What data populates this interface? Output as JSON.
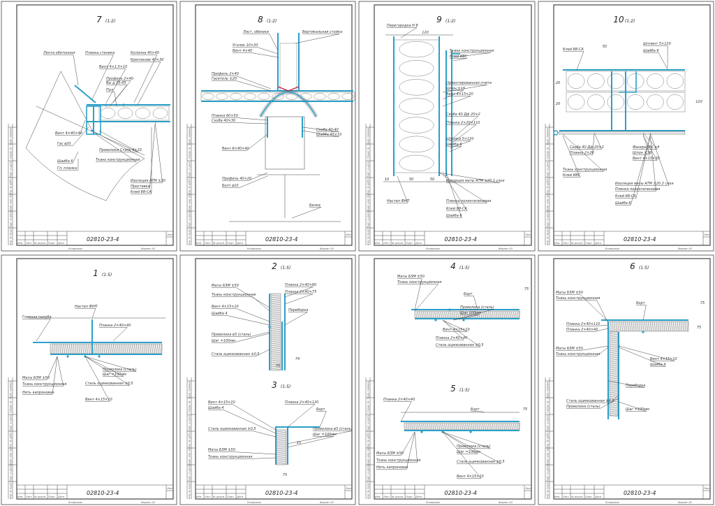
{
  "code": "02810-23-4",
  "titleblock": {
    "sheet": "Лист",
    "number": "№ докум.",
    "signature": "Подп.",
    "date": "Дата",
    "changed": "Изм.",
    "control": "Копировал",
    "format": "Формат А3"
  },
  "sidebar": [
    "Перв. примен.",
    "Справ. №",
    "Подп. и дата",
    "Инв. № дубл.",
    "Взам. инв. №",
    "Подп. и дата",
    "Инв. № подл."
  ],
  "sheets": [
    {
      "id": "7",
      "scale": "(1:2)",
      "labels": [
        "Лента обетонная",
        "Планка стеника",
        "Винт 4×1,5×10",
        "Профиль 2×40",
        "Вы д 25-45",
        "Колонна 40×40",
        "Крепление 40×30",
        "Пол",
        "Винт 4×40×40",
        "Гас ø20",
        "Проволока Сталь 4×10",
        "Ткань конструкционная",
        "Шайба 6",
        "Гл. планка",
        "Изоляция АТМ ±20",
        "Проставка",
        "Клей 88-СА"
      ]
    },
    {
      "id": "8",
      "scale": "(1:2)",
      "labels": [
        "Лист, обвязки",
        "Вертикальная стойка",
        "Уголок 10×30",
        "Винт 4×40",
        "Профиль 2×40",
        "Гаситель ±20",
        "Планка 60×50",
        "Скоба 40×30",
        "Винт 6×40×40",
        "Профиль 40×20",
        "Болт ø10",
        "Скоба 40-40",
        "Шайба 45×10",
        "Балка"
      ]
    },
    {
      "id": "9",
      "scale": "(1:2)",
      "labels": [
        "Перегородка Н 8",
        "Ткань конструкционная",
        "Клей ИВС",
        "Ориентированная плита",
        "Шпон ±15",
        "Винт 4×15×20",
        "Скоба 40 Дф 20×2",
        "Планка 2×20×110",
        "Шпонка 5×120",
        "Шайба 6",
        "Изоляция маты АТМ ±20 2 слоя",
        "Пленка полиэтиленовая",
        "Клей 88-СА",
        "Шайба 6",
        "Настил ФНП"
      ],
      "dims": [
        "120",
        "10",
        "50",
        "50"
      ]
    },
    {
      "id": "10",
      "scale": "(1:2)",
      "labels": [
        "Шплинт 5×120",
        "Шайба 6",
        "Клей 88-СА",
        "Скоба 40 Дф 20×2",
        "Планка 2×20",
        "Ткань конструкционная",
        "Клей ИВС",
        "Фанера ФК ±4",
        "Шпон ±16",
        "Винт 4×15×20",
        "Изоляция маты АТМ ±20 2 слоя",
        "Пленка полиэтиленовая",
        "Клей 88-СА",
        "Шайба 6"
      ],
      "dims": [
        "20",
        "20",
        "50",
        "120"
      ]
    },
    {
      "id": "1",
      "scale": "(1:5)",
      "labels": [
        "Настил ФНП",
        "Главная палуба",
        "Планка 2×40×40",
        "Маты БЗМ ±50",
        "Ткань конструкционная",
        "Нить капроновая",
        "Проволока (сталь)",
        "Шаг =100мм",
        "Сталь оцинкованная ±0,5",
        "Винт 4×15×10"
      ]
    },
    {
      "id": "2",
      "scale": "(1:5)",
      "labels": [
        "Маты БЗМ ±50",
        "Ткань конструкционная",
        "Винт 4×15×10",
        "Шайба 4",
        "Планка 2×40×80",
        "Планка 2×40×75",
        "Переборка",
        "Проволока ø3 (сталь)",
        "Шаг =100мм",
        "Сталь оцинкованная ±0,5"
      ],
      "dims": [
        "75",
        "74"
      ]
    },
    {
      "id": "3",
      "scale": "(1:5)",
      "labels": [
        "Винт 4×15×10",
        "Шайба 4",
        "Планка 2×40×120",
        "Борт",
        "Сталь оцинкованная ±0,5",
        "Проволока ø3 (сталь)",
        "Шаг =100мм",
        "Маты БЗМ ±50",
        "Ткань конструкционная"
      ],
      "dims": [
        "75",
        "15"
      ]
    },
    {
      "id": "4",
      "scale": "(1:5)",
      "labels": [
        "Маты БЗМ ±50",
        "Ткань конструкционная",
        "Борт",
        "Проволока (сталь)",
        "Шаг 100мм",
        "Винт 4×15×10",
        "Планка 2×40×40",
        "Сталь оцинкованная ±0,5"
      ],
      "dims": [
        "75"
      ]
    },
    {
      "id": "5",
      "scale": "(1:5)",
      "labels": [
        "Планка 2×40×40",
        "Борт",
        "Маты БЗМ ±50",
        "Ткань конструкционная",
        "Нить капроновая",
        "Проволока (сталь)",
        "Шаг =100мм",
        "Сталь оцинкованная ±0,5",
        "Винт 4×15×10"
      ],
      "dims": [
        "75"
      ]
    },
    {
      "id": "6",
      "scale": "(1:5)",
      "labels": [
        "Маты БЗМ ±50",
        "Ткань конструкционная",
        "Борт",
        "Планка 2×40×110",
        "Планка 2×40×40",
        "Маты БЗМ ±50",
        "Ткань конструкционная",
        "Винт 4×15×10",
        "Шайба 4",
        "Переборка",
        "Сталь оцинкованная ±0,5",
        "Проволока (сталь)",
        "Шаг =100мм"
      ],
      "dims": [
        "75",
        "75"
      ]
    }
  ]
}
